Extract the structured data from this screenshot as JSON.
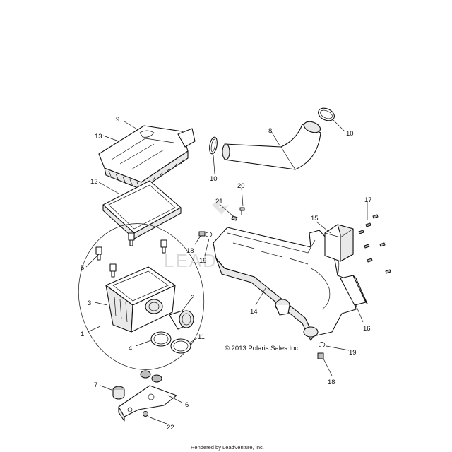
{
  "callouts": {
    "c1": "1",
    "c2": "2",
    "c3": "3",
    "c4": "4",
    "c5": "5",
    "c6": "6",
    "c7": "7",
    "c8": "8",
    "c9": "9",
    "c10a": "10",
    "c10b": "10",
    "c11": "11",
    "c12": "12",
    "c13": "13",
    "c14": "14",
    "c15": "15",
    "c16": "16",
    "c17": "17",
    "c18a": "18",
    "c18b": "18",
    "c19a": "19",
    "c19b": "19",
    "c20": "20",
    "c21": "21",
    "c22": "22"
  },
  "copyright": "© 2013 Polaris Sales Inc.",
  "footer": "Rendered by LeadVenture, Inc.",
  "watermark": "LEADVENTURE"
}
